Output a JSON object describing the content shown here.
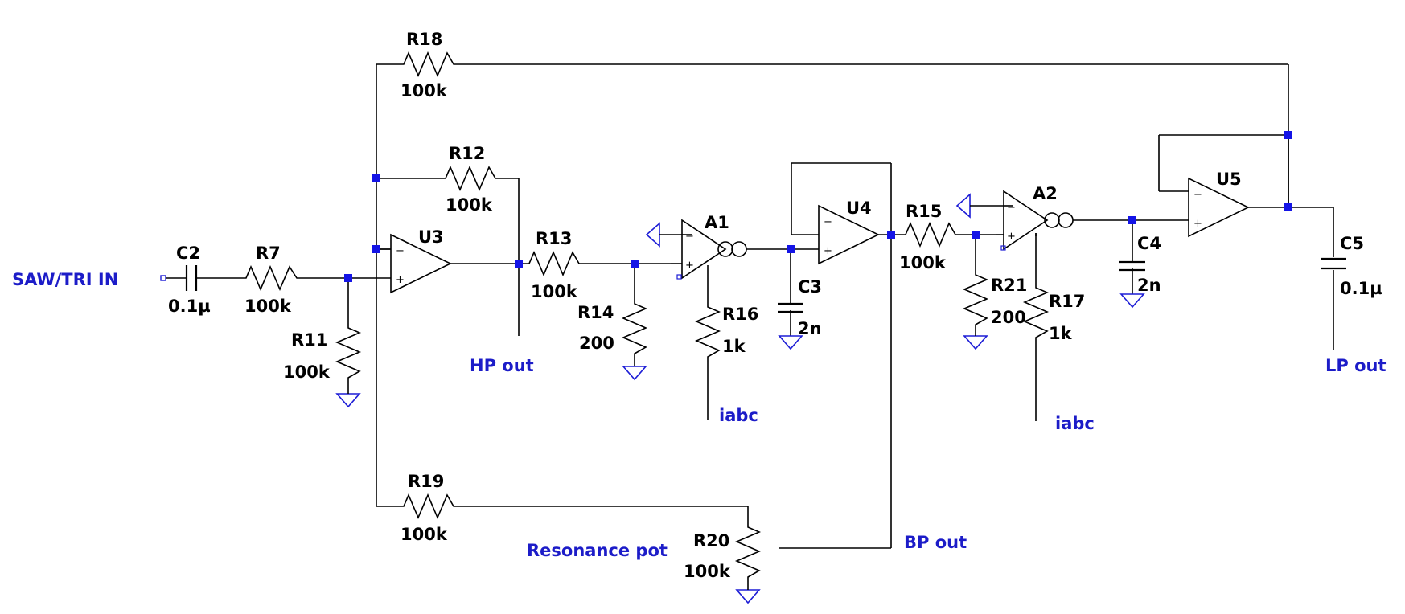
{
  "colors": {
    "wire": "#000000",
    "net_label": "#1c1cc8",
    "junction": "#1414e6",
    "ground": "#1d1dd6"
  },
  "components": {
    "C2": {
      "ref": "C2",
      "value": "0.1µ"
    },
    "R7": {
      "ref": "R7",
      "value": "100k"
    },
    "R11": {
      "ref": "R11",
      "value": "100k"
    },
    "R18": {
      "ref": "R18",
      "value": "100k"
    },
    "R12": {
      "ref": "R12",
      "value": "100k"
    },
    "U3": {
      "ref": "U3"
    },
    "R13": {
      "ref": "R13",
      "value": "100k"
    },
    "R14": {
      "ref": "R14",
      "value": "200"
    },
    "A1": {
      "ref": "A1"
    },
    "R16": {
      "ref": "R16",
      "value": "1k"
    },
    "C3": {
      "ref": "C3",
      "value": "2n"
    },
    "U4": {
      "ref": "U4"
    },
    "R15": {
      "ref": "R15",
      "value": "100k"
    },
    "R21": {
      "ref": "R21",
      "value": "200"
    },
    "A2": {
      "ref": "A2"
    },
    "R17": {
      "ref": "R17",
      "value": "1k"
    },
    "C4": {
      "ref": "C4",
      "value": "2n"
    },
    "U5": {
      "ref": "U5"
    },
    "C5": {
      "ref": "C5",
      "value": "0.1µ"
    },
    "R19": {
      "ref": "R19",
      "value": "100k"
    },
    "R20": {
      "ref": "R20",
      "value": "100k"
    }
  },
  "labels": {
    "input": "SAW/TRI IN",
    "hp_out": "HP out",
    "bp_out": "BP out",
    "lp_out": "LP out",
    "iabc_1": "iabc",
    "iabc_2": "iabc",
    "resonance": "Resonance pot"
  },
  "pin_signs": {
    "minus": "−",
    "plus": "+"
  }
}
